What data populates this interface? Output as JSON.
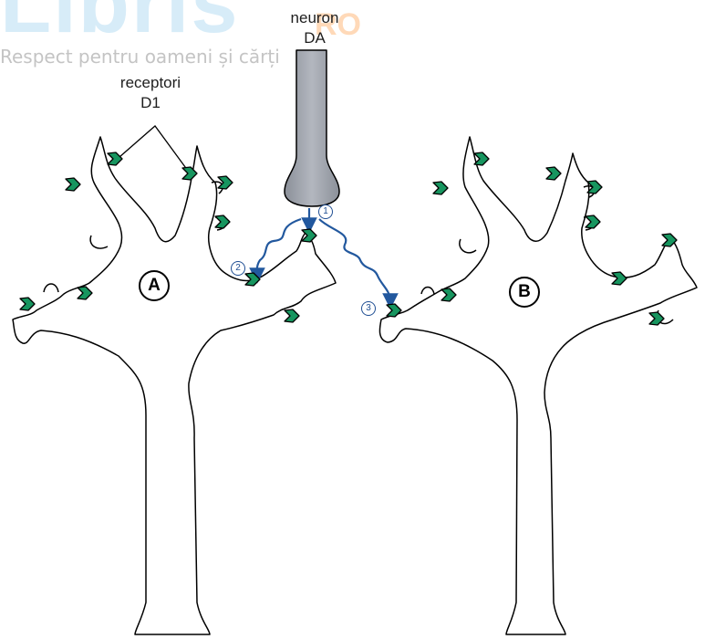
{
  "watermark": {
    "logo": "Libris",
    "suffix": "RO",
    "tagline": "Respect pentru oameni și cărți"
  },
  "labels": {
    "neuron_line1": "neuron",
    "neuron_line2": "DA",
    "receptor_line1": "receptori",
    "receptor_line2": "D1"
  },
  "cells": {
    "a": "A",
    "b": "B"
  },
  "steps": [
    "1",
    "2",
    "3"
  ],
  "colors": {
    "receptor": "#17955f",
    "arrow": "#22589e",
    "axon": "#9ea3ad"
  }
}
